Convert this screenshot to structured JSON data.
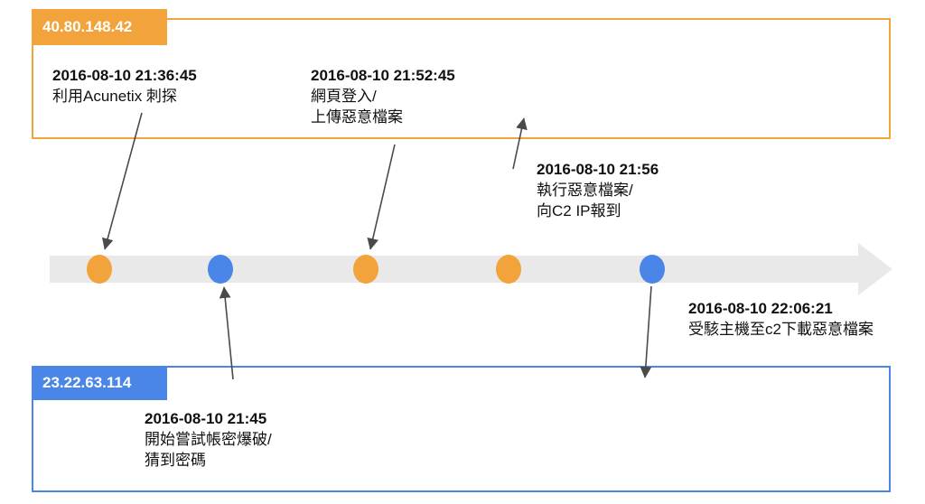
{
  "colors": {
    "orange_accent": "#F2A33C",
    "blue_accent": "#4A86E8",
    "timeline_gray": "#E9E9E9",
    "connector_arrow_gray": "#4A4A4A"
  },
  "groups": {
    "top": {
      "ip": "40.80.148.42"
    },
    "bottom": {
      "ip": "23.22.63.114"
    }
  },
  "events": [
    {
      "time": "2016-08-10 21:36:45",
      "lines": [
        "利用Acunetix 刺探"
      ],
      "dot_color": "orange"
    },
    {
      "time": "2016-08-10 21:45",
      "lines": [
        "開始嘗試帳密爆破/",
        "猜到密碼"
      ],
      "dot_color": "blue"
    },
    {
      "time": "2016-08-10 21:52:45",
      "lines": [
        "網頁登入/",
        "上傳惡意檔案"
      ],
      "dot_color": "orange"
    },
    {
      "time": "2016-08-10 21:56",
      "lines": [
        "執行惡意檔案/",
        "向C2 IP報到"
      ],
      "dot_color": "orange"
    },
    {
      "time": "2016-08-10 22:06:21",
      "lines": [
        "受駭主機至c2下載惡意檔案"
      ],
      "dot_color": "blue"
    }
  ]
}
